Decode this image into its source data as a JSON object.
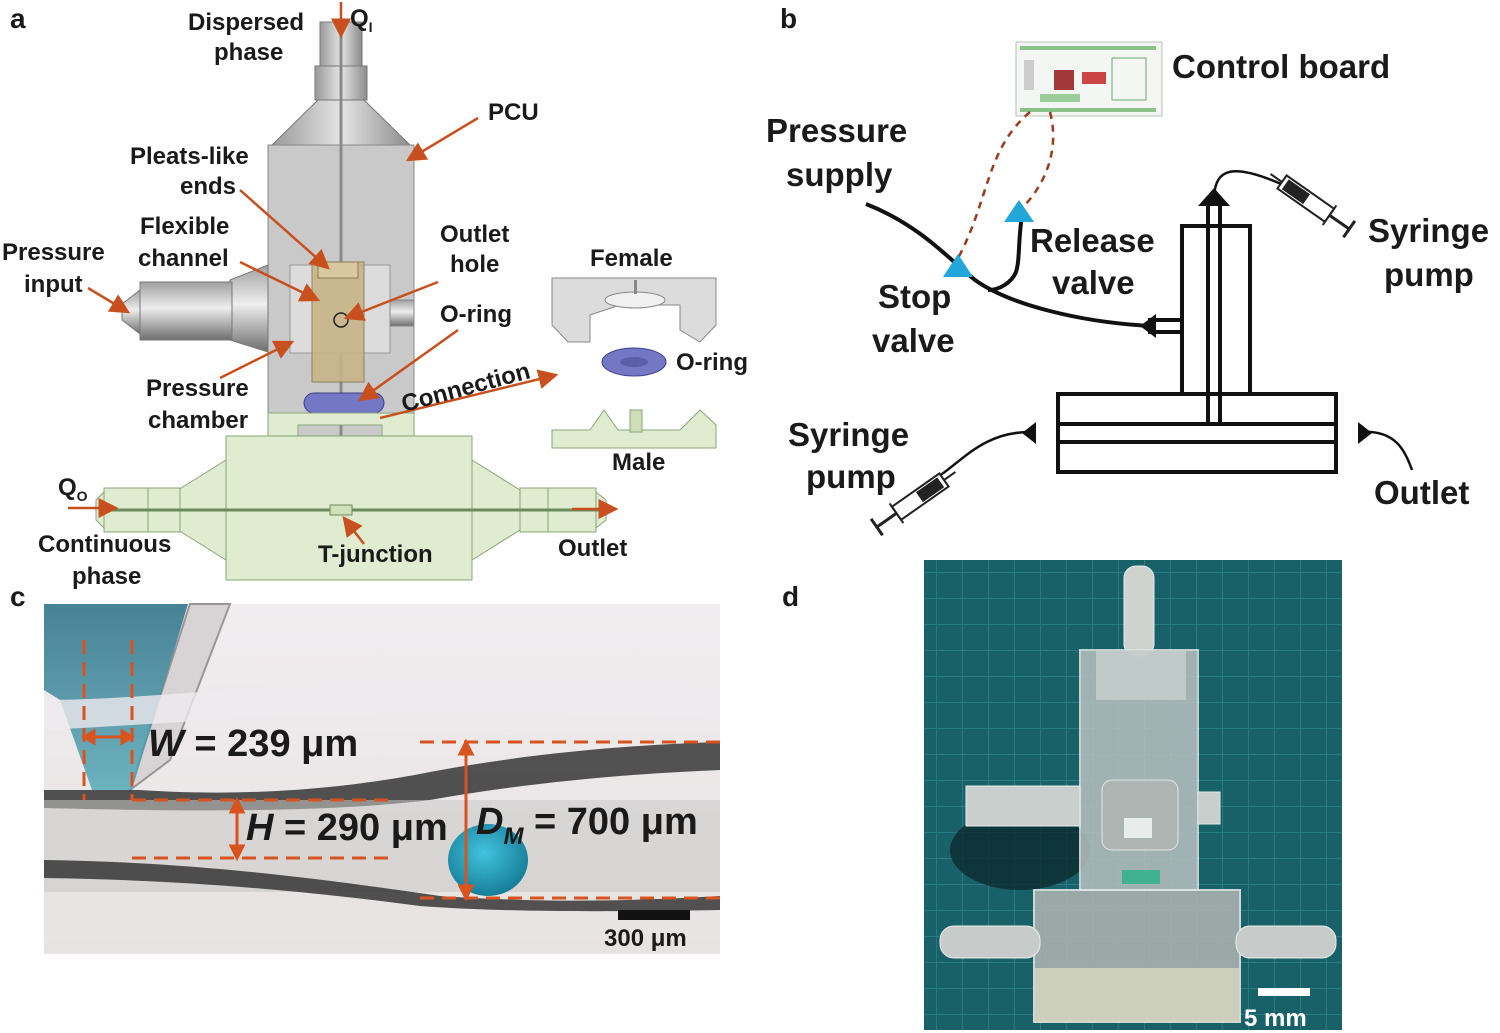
{
  "panels": {
    "a": "a",
    "b": "b",
    "c": "c",
    "d": "d"
  },
  "panel_a": {
    "dispersed_1": "Dispersed",
    "dispersed_2": "phase",
    "q_i": "Q",
    "q_i_sub": "I",
    "pcu": "PCU",
    "pleats_1": "Pleats-like",
    "pleats_2": "ends",
    "flexible_1": "Flexible",
    "flexible_2": "channel",
    "outlet_hole_1": "Outlet",
    "outlet_hole_2": "hole",
    "pressure_input_1": "Pressure",
    "pressure_input_2": "input",
    "oring": "O-ring",
    "female": "Female",
    "oring_right": "O-ring",
    "pressure_chamber_1": "Pressure",
    "pressure_chamber_2": "chamber",
    "connection": "Connection",
    "male": "Male",
    "q_o": "Q",
    "q_o_sub": "O",
    "continuous_1": "Continuous",
    "continuous_2": "phase",
    "t_junction": "T-junction",
    "outlet": "Outlet"
  },
  "panel_b": {
    "control_board": "Control board",
    "pressure_supply_1": "Pressure",
    "pressure_supply_2": "supply",
    "release_1": "Release",
    "release_2": "valve",
    "syringe_top_1": "Syringe",
    "syringe_top_2": "pump",
    "stop_1": "Stop",
    "stop_2": "valve",
    "syringe_bottom_1": "Syringe",
    "syringe_bottom_2": "pump",
    "outlet": "Outlet"
  },
  "panel_c": {
    "w_sym": "W",
    "w_val": " = 239 μm",
    "h_sym": "H",
    "h_val": " = 290 μm",
    "d_sym": "D",
    "d_sub": "M",
    "d_val": " = 700 μm",
    "scale": "300 μm"
  },
  "panel_d": {
    "scale": "5 mm"
  },
  "colors": {
    "arrow": "#c8501e",
    "metal": "#b9b9b9",
    "green": "#dfeccf",
    "tan": "#c8b488",
    "oring": "#7478c4",
    "valve": "#23a6d8",
    "photo_bg": "#1f6a72",
    "droplet": "#1f9bb8"
  }
}
